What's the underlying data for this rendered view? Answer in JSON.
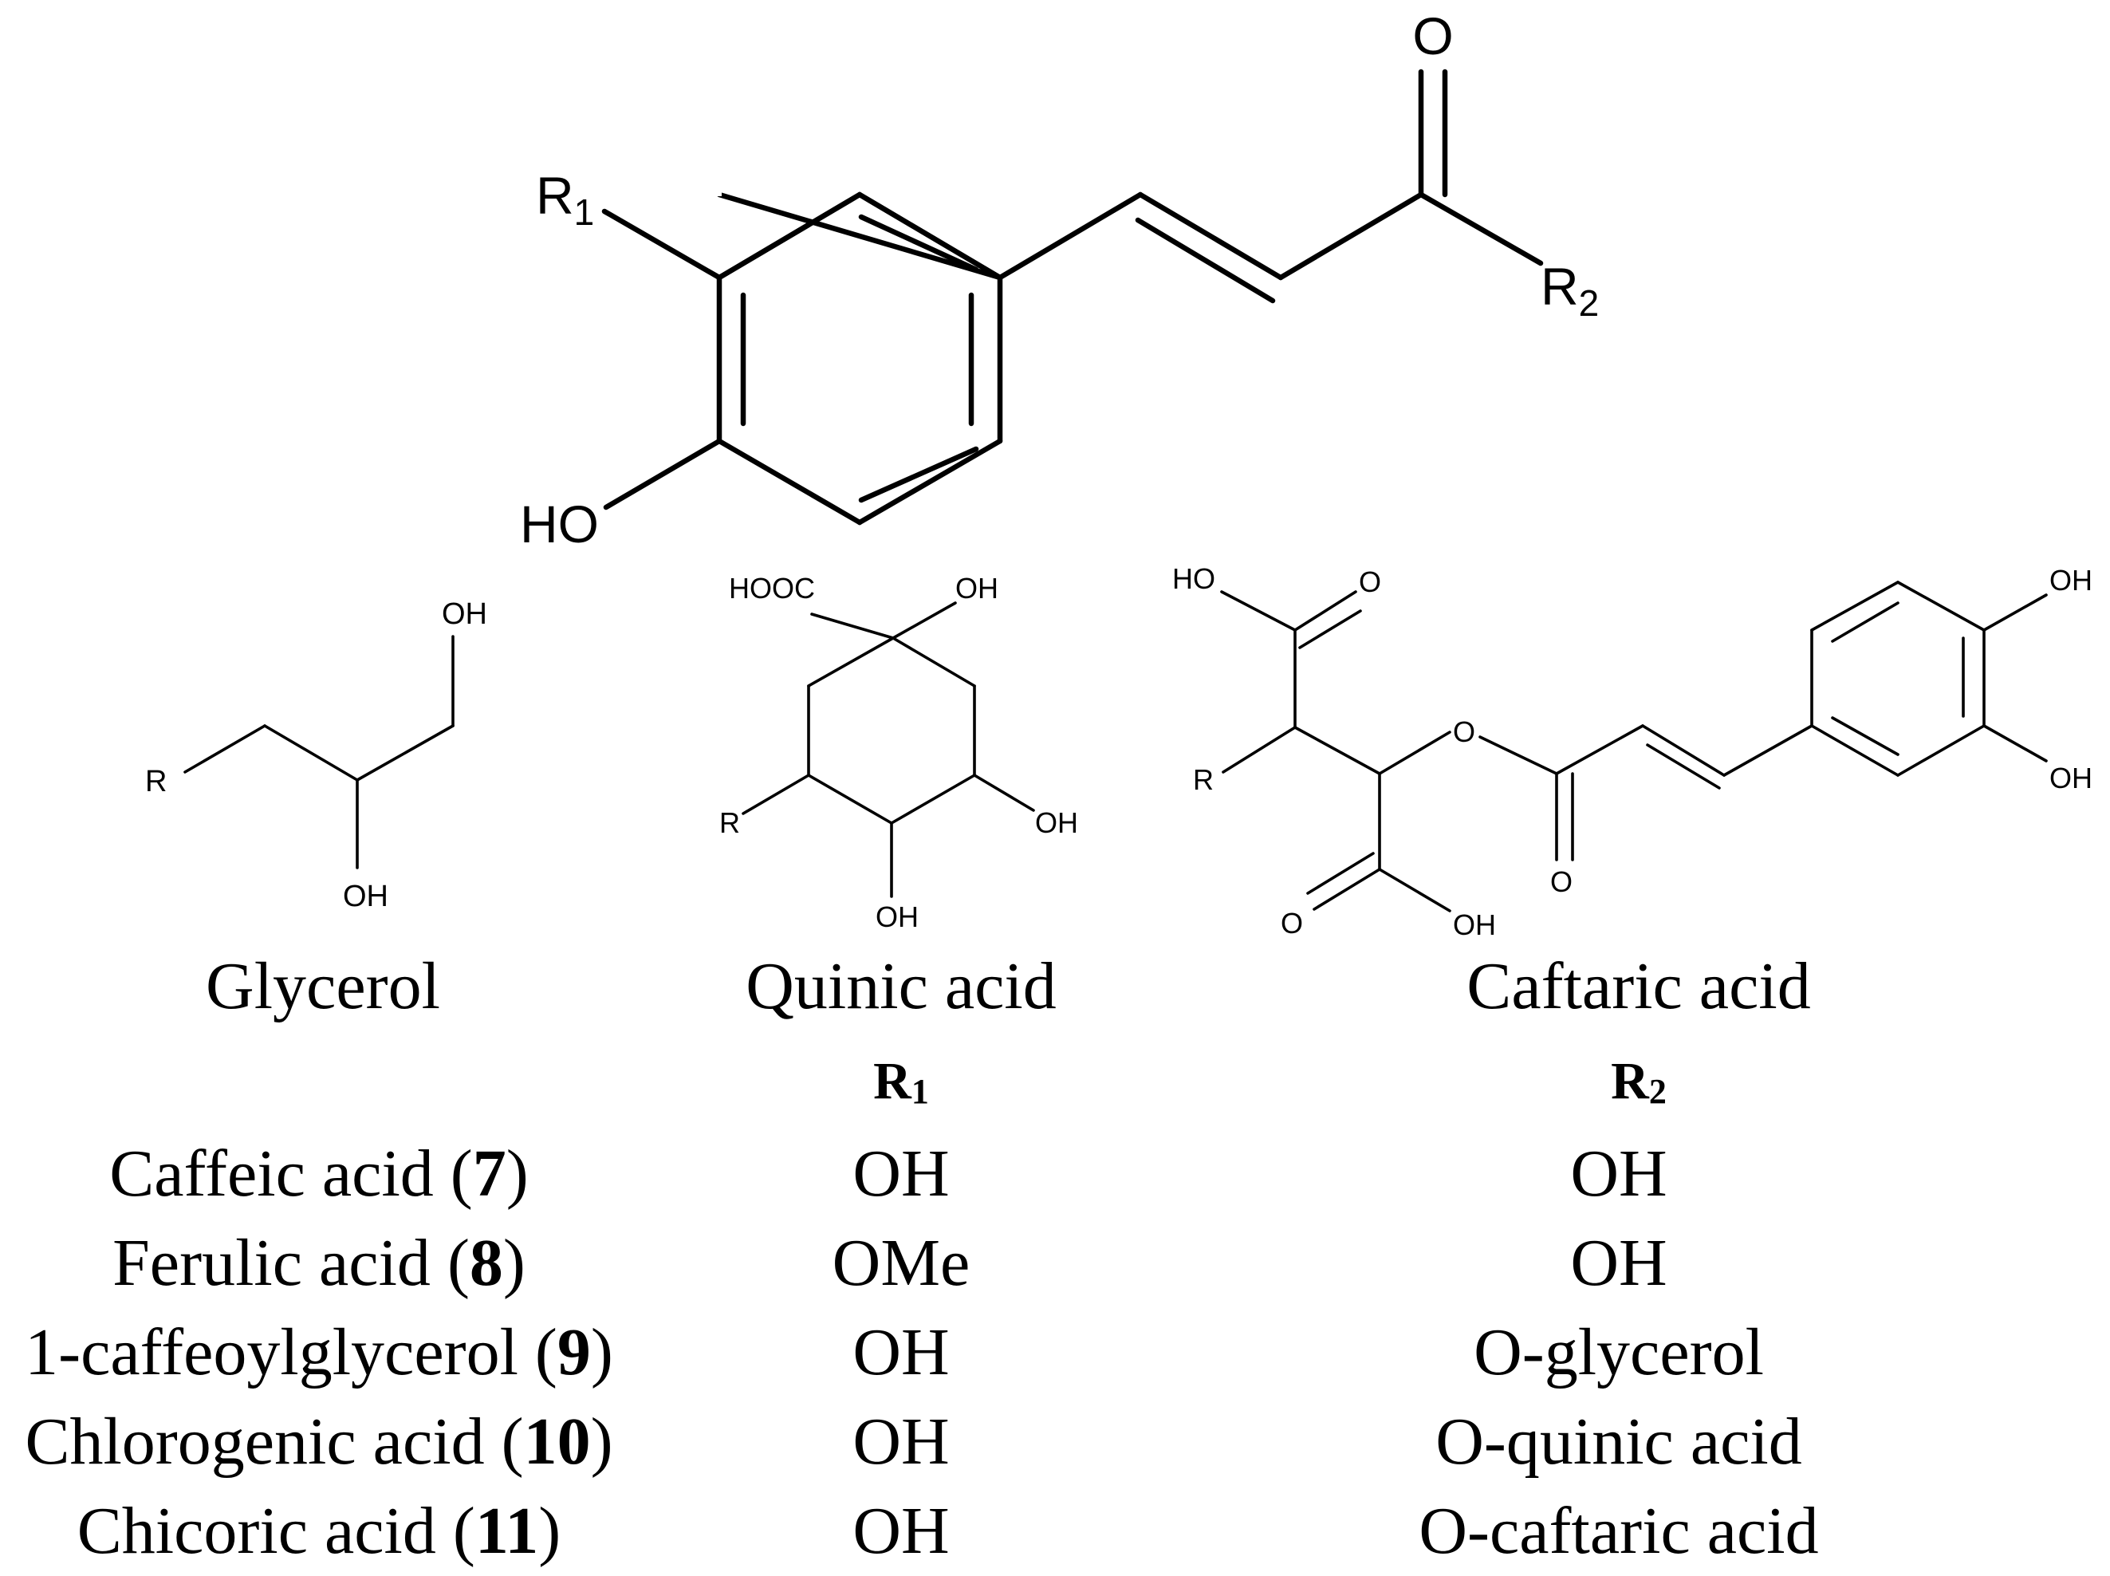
{
  "core_structure": {
    "substituent_r1": "R",
    "substituent_r1_subscript": "1",
    "substituent_r2": "R",
    "substituent_r2_subscript": "2",
    "carbonyl_oxygen": "O",
    "hydroxyl": "HO"
  },
  "glycerol_structure": {
    "label_oh_top": "OH",
    "label_oh_bottom": "OH",
    "label_r": "R",
    "caption": "Glycerol"
  },
  "quinic_acid_structure": {
    "label_hooc": "HOOC",
    "label_oh_top": "OH",
    "label_oh_right": "OH",
    "label_oh_bottom": "OH",
    "label_r": "R",
    "caption": "Quinic acid"
  },
  "caftaric_acid_structure": {
    "label_ho_top": "HO",
    "label_o_top": "O",
    "label_r": "R",
    "label_o_ester": "O",
    "label_o_carbonyl": "O",
    "label_o_bottom": "O",
    "label_oh_bottom": "OH",
    "label_oh_ring_top": "OH",
    "label_oh_ring_bottom": "OH",
    "caption": "Caftaric acid"
  },
  "table": {
    "header_r1": "R",
    "header_r1_subscript": "1",
    "header_r2": "R",
    "header_r2_subscript": "2",
    "rows": [
      {
        "name": "Caffeic acid",
        "number": "7",
        "r1": "OH",
        "r2": "OH"
      },
      {
        "name": "Ferulic acid",
        "number": "8",
        "r1": "OMe",
        "r2": "OH"
      },
      {
        "name": "1-caffeoylglycerol",
        "number": "9",
        "r1": "OH",
        "r2": "O-glycerol"
      },
      {
        "name": "Chlorogenic acid",
        "number": "10",
        "r1": "OH",
        "r2": "O-quinic acid"
      },
      {
        "name": "Chicoric acid",
        "number": "11",
        "r1": "OH",
        "r2": "O-caftaric acid"
      }
    ]
  }
}
